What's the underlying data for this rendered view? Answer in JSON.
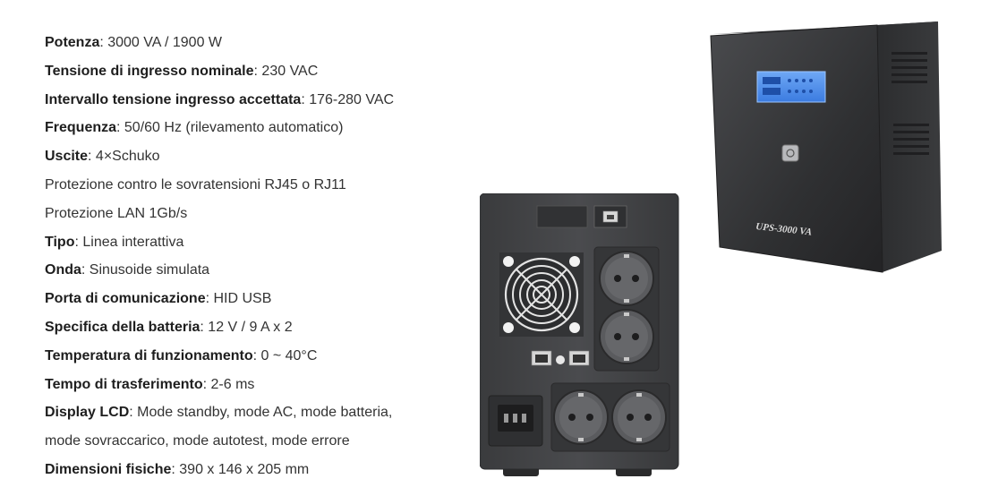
{
  "specs": [
    {
      "label": "Potenza",
      "value": ": 3000 VA / 1900 W"
    },
    {
      "label": "Tensione di ingresso nominale",
      "value": ": 230 VAC"
    },
    {
      "label": "Intervallo tensione ingresso accettata",
      "value": ": 176-280 VAC"
    },
    {
      "label": "Frequenza",
      "value": ": 50/60 Hz (rilevamento automatico)"
    },
    {
      "label": "Uscite",
      "value": ": 4×Schuko"
    },
    {
      "label": "",
      "value": "Protezione contro le sovratensioni RJ45 o RJ11"
    },
    {
      "label": "",
      "value": "Protezione LAN 1Gb/s"
    },
    {
      "label": "Tipo",
      "value": ": Linea interattiva"
    },
    {
      "label": "Onda",
      "value": ": Sinusoide simulata"
    },
    {
      "label": "Porta di comunicazione",
      "value": ": HID USB"
    },
    {
      "label": "Specifica della batteria",
      "value": ": 12 V / 9 A x 2"
    },
    {
      "label": "Temperatura di funzionamento",
      "value": ": 0 ~ 40°C"
    },
    {
      "label": "Tempo di trasferimento",
      "value": ": 2-6 ms"
    },
    {
      "label": "Display LCD",
      "value": ": Mode standby, mode AC, mode batteria,"
    },
    {
      "label": "",
      "value": "mode sovraccarico, mode autotest, mode errore"
    },
    {
      "label": "Dimensioni fisiche",
      "value": ": 390 x 146 x 205 mm"
    }
  ],
  "product": {
    "model_label": "UPS-3000 VA",
    "icons": [
      "fan-grille-icon",
      "usb-port-icon",
      "schuko-socket-icon",
      "rj45-port-icon",
      "iec-inlet-icon",
      "power-button-icon",
      "lcd-display"
    ]
  }
}
